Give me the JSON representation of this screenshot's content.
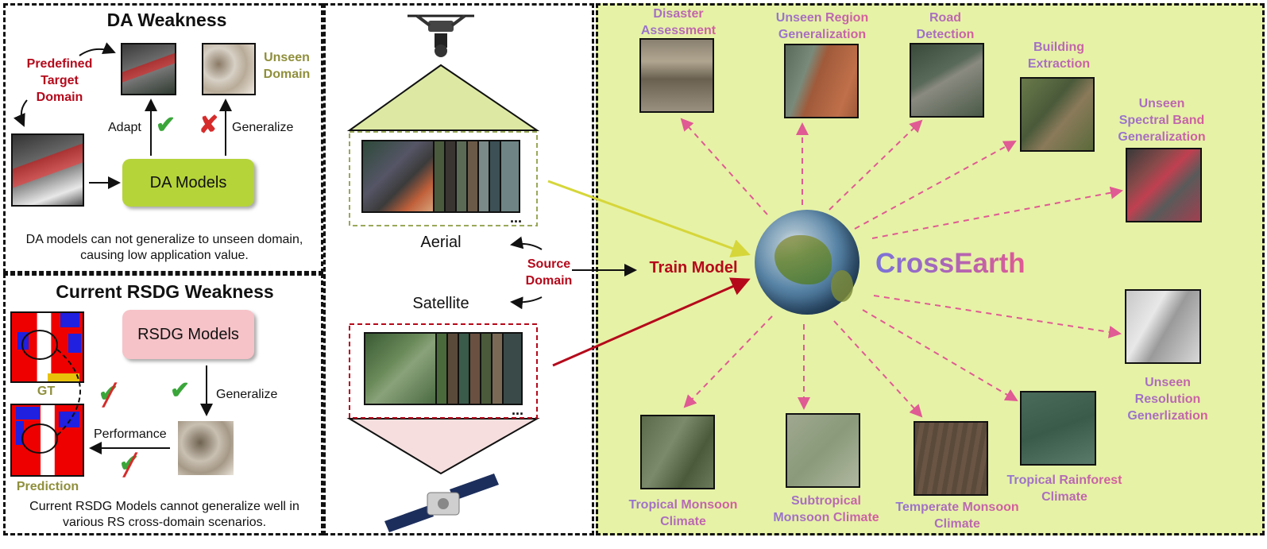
{
  "da": {
    "title": "DA  Weakness",
    "predefined_target": "Predefined\nTarget\nDomain",
    "unseen_domain": "Unseen\nDomain",
    "adapt": "Adapt",
    "generalize": "Generalize",
    "models": "DA Models",
    "caption": "DA models can not  generalize to unseen domain, causing low application value."
  },
  "rsdg": {
    "title": "Current RSDG Weakness",
    "models": "RSDG Models",
    "generalize": "Generalize",
    "performance": "Performance",
    "gt": "GT",
    "prediction": "Prediction",
    "caption": "Current RSDG Models cannot generalize well in various RS cross-domain scenarios."
  },
  "middle": {
    "aerial": "Aerial",
    "satellite": "Satellite",
    "source_domain": "Source\nDomain",
    "ellipsis": "...",
    "train_model": "Train Model"
  },
  "right": {
    "brand": "CrossEarth",
    "tasks": {
      "disaster": "Disaster\nAssessment",
      "unseen_region": "Unseen Region\nGeneralization",
      "road": "Road\nDetection",
      "building": "Building\nExtraction",
      "spectral": "Unseen\nSpectral Band\nGeneralization",
      "resolution": "Unseen\nResolution\nGenerlization",
      "rainforest": "Tropical Rainforest\nClimate",
      "temperate": "Temperate Monsoon\nClimate",
      "subtropical": "Subtropical\nMonsoon Climate",
      "tropical_monsoon": "Tropical Monsoon\nClimate"
    }
  },
  "colors": {
    "right_bg": "#e6f2a6",
    "da_models_bg": "#b5d43a",
    "rsdg_models_bg": "#f6c3c8",
    "dark_red": "#b5091b",
    "olive": "#8f8f3c",
    "lavender": "#8a79d8",
    "pink": "#e05a94"
  }
}
